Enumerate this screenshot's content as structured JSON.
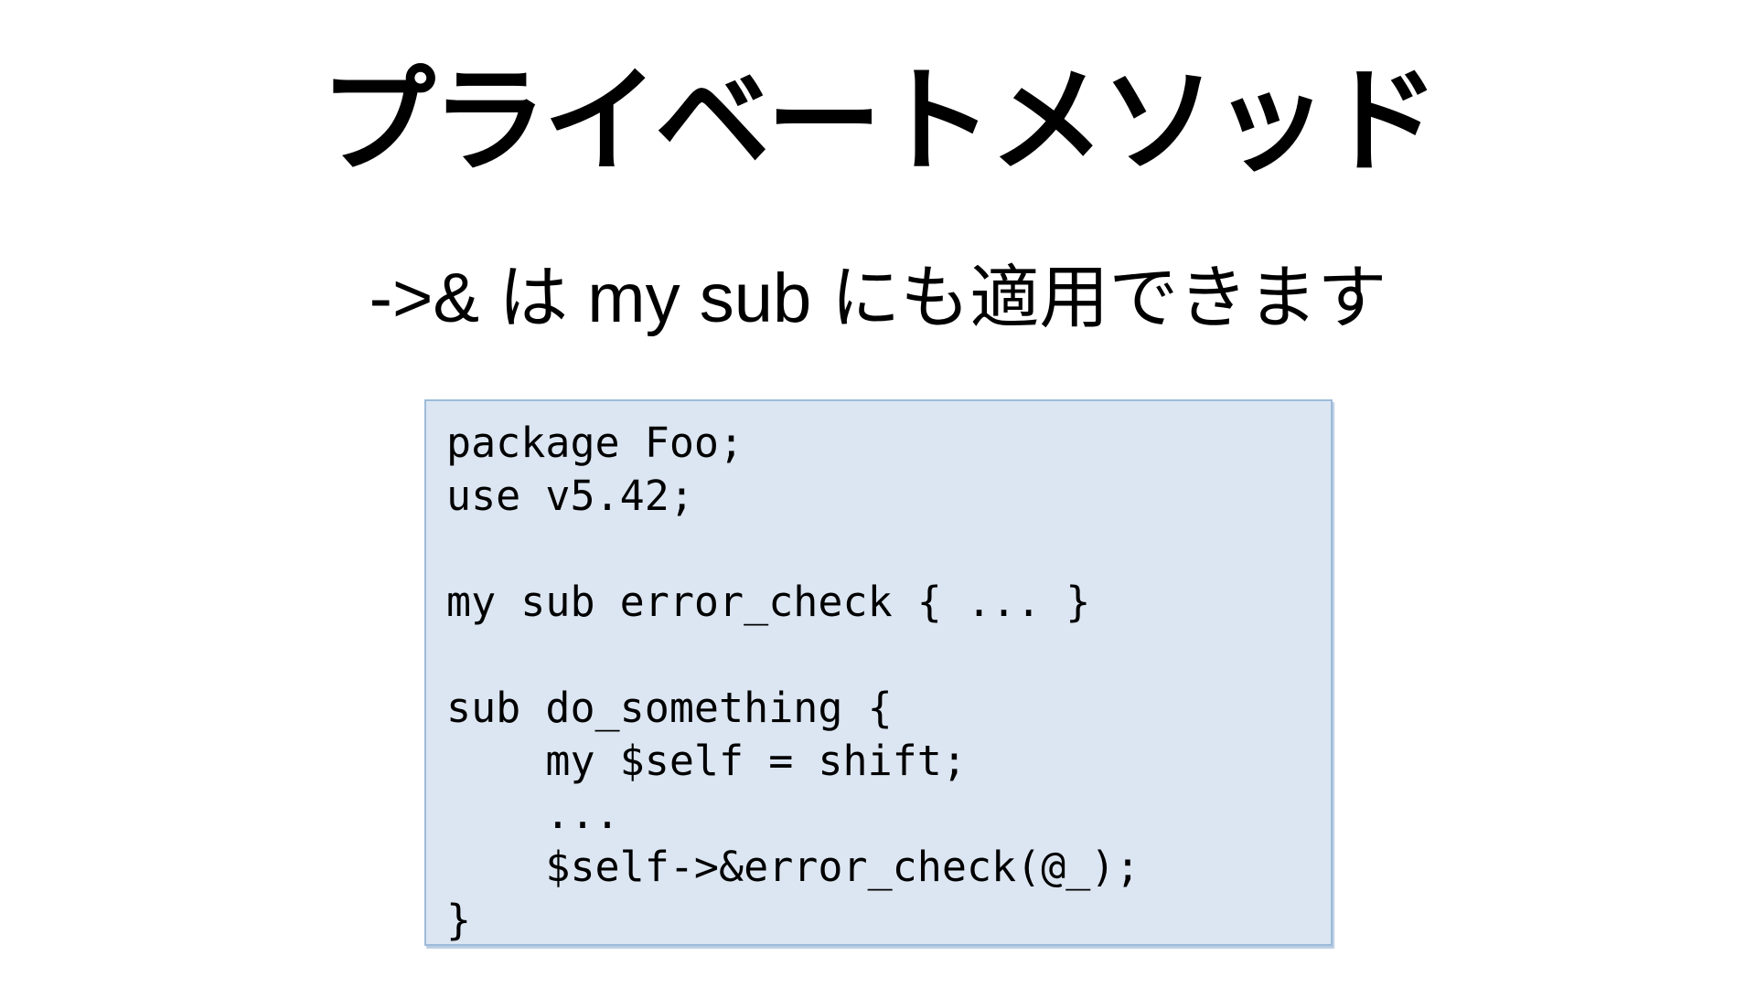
{
  "slide": {
    "title": "プライベートメソッド",
    "subtitle": "->& は my sub にも適用できます",
    "colors": {
      "background": "#ffffff",
      "text": "#000000",
      "code_panel_fill": "#dce6f2",
      "code_panel_border": "#9dbbd9"
    },
    "code_panel": {
      "language": "perl",
      "lines": [
        "package Foo;",
        "use v5.42;",
        "",
        "my sub error_check { ... }",
        "",
        "sub do_something {",
        "    my $self = shift;",
        "    ...",
        "    $self->&error_check(@_);",
        "}"
      ]
    }
  }
}
